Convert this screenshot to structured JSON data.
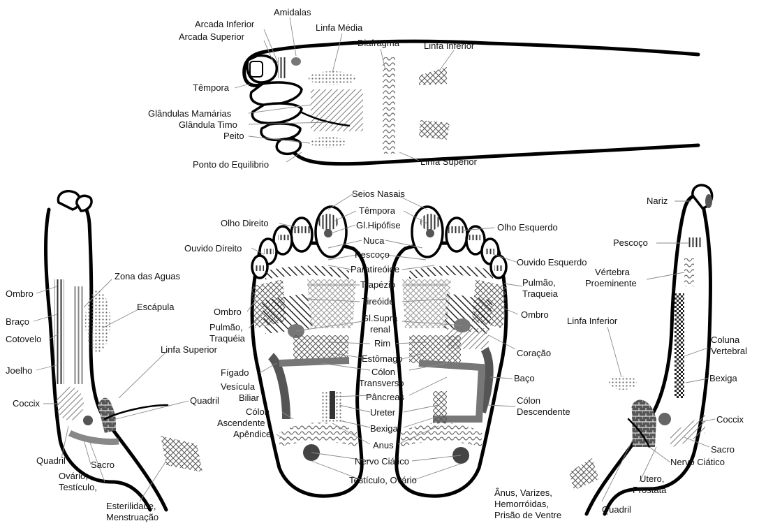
{
  "labels": {
    "amidalas": "Amidalas",
    "arcada_inferior": "Arcada Inferior",
    "arcada_superior": "Arcada Superior",
    "linfa_media": "Linfa Média",
    "diafragma": "Diafragma",
    "linfa_inferior_top": "Linfa Inferior",
    "tempora_top": "Têmpora",
    "glandulas_mamarias": "Glândulas Mamárias",
    "glandula_timo": "Glândula Timo",
    "peito": "Peito",
    "ponto_equilibrio": "Ponto do Equilibrio",
    "linfa_superior_top": "Linfa Superior",
    "seios_nasais": "Seios Nasais",
    "tempora": "Têmpora",
    "gl_hipofise": "Gl.Hipófise",
    "nuca": "Nuca",
    "pescoco": "Pescoço",
    "paratireoide": "Paratireóide",
    "trapezio": "Trapézio",
    "tireoide": "Tireóide",
    "gl_supra": "Gl.Supra",
    "renal": "renal",
    "rim": "Rim",
    "estomago": "Estômago",
    "colon": "Cólon",
    "transverso": "Transverso",
    "pancreas": "Pâncreas",
    "ureter": "Ureter",
    "bexiga": "Bexiga",
    "anus": "Anus",
    "nervo_ciatico": "Nervo Ciático",
    "testiculo_ovario": "Testículo, Ovário",
    "olho_direito": "Olho Direito",
    "ouvido_direito": "Ouvido Direito",
    "ombro_mid_left": "Ombro",
    "pulmao_traqueia_left_1": "Pulmão,",
    "pulmao_traqueia_left_2": "Traquéia",
    "figado": "Fígado",
    "vesicula": "Vesícula",
    "biliar": "Biliar",
    "colon_asc_1": "Cólon",
    "colon_asc_2": "Ascendente",
    "apendice": "Apêndice",
    "olho_esquerdo": "Olho Esquerdo",
    "ouvido_esquerdo": "Ouvido Esquerdo",
    "pulmao_traqueia_right_1": "Pulmão,",
    "pulmao_traqueia_right_2": "Traqueia",
    "ombro_mid_right": "Ombro",
    "coracao": "Coração",
    "baco": "Baço",
    "colon_desc_1": "Cólon",
    "colon_desc_2": "Descendente",
    "ombro_left": "Ombro",
    "braco": "Braço",
    "cotovelo": "Cotovelo",
    "joelho": "Joelho",
    "coccix_left": "Coccix",
    "quadril_left_bottom": "Quadril",
    "sacro_left": "Sacro",
    "ovario_testiculo_1": "Ovário,",
    "ovario_testiculo_2": "Testículo,",
    "esterilidade_1": "Esterilidade,",
    "esterilidade_2": "Menstruação",
    "zona_aguas": "Zona das Aguas",
    "escapula": "Escápula",
    "linfa_superior_left": "Linfa Superior",
    "quadril_left": "Quadril",
    "nariz": "Nariz",
    "pescoco_right": "Pescoço",
    "vertebra_1": "Vértebra",
    "vertebra_2": "Proeminente",
    "linfa_inferior_right": "Linfa Inferior",
    "coluna_1": "Coluna",
    "coluna_2": "Vertebral",
    "bexiga_right": "Bexiga",
    "coccix_right": "Coccix",
    "sacro_right": "Sacro",
    "nervo_ciatico_right": "Nervo Ciático",
    "utero_1": "Utero,",
    "utero_2": "Prostata",
    "anus_var_1": "Ânus, Varizes,",
    "anus_var_2": "Hemorróidas,",
    "anus_var_3": "Prisão de Ventre",
    "quadril_right": "Quadril"
  }
}
